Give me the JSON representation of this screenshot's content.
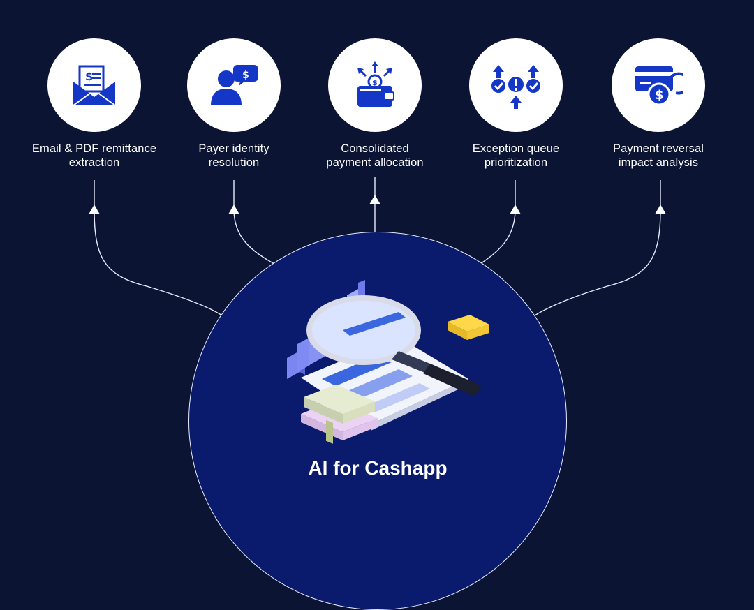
{
  "nodes": [
    {
      "icon": "email-invoice-icon",
      "lines": [
        "Email & PDF remittance",
        "extraction"
      ]
    },
    {
      "icon": "payer-dollar-icon",
      "lines": [
        "Payer identity",
        "resolution"
      ]
    },
    {
      "icon": "wallet-distribution-icon",
      "lines": [
        "Consolidated",
        "payment allocation"
      ]
    },
    {
      "icon": "exception-queue-icon",
      "lines": [
        "Exception queue",
        "prioritization"
      ]
    },
    {
      "icon": "card-reversal-icon",
      "lines": [
        "Payment reversal",
        "impact analysis"
      ]
    }
  ],
  "hub": {
    "title": "AI for Cashapp"
  },
  "colors": {
    "background": "#0b1432",
    "hub": "#0a1a6c",
    "icon": "#1437c7",
    "line": "#e8ecff"
  }
}
